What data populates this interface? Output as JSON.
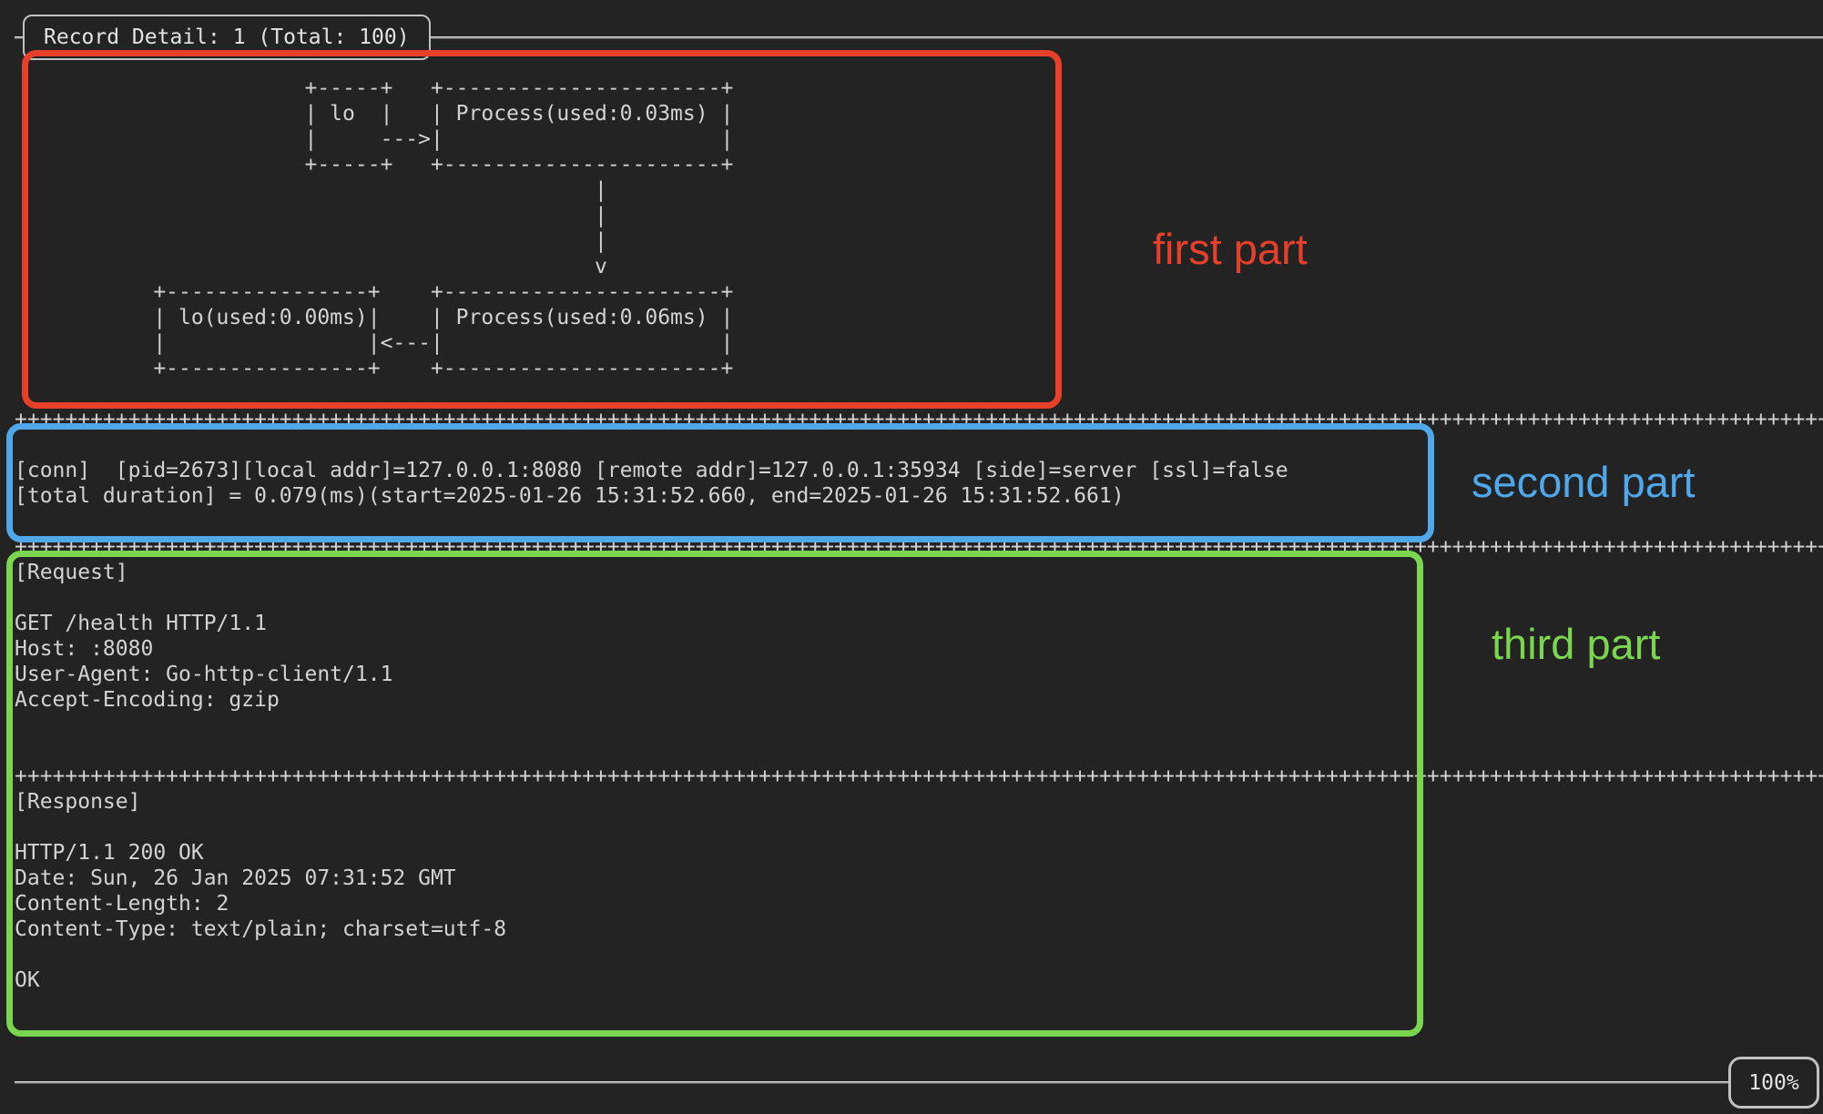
{
  "window": {
    "title": "Record Detail: 1 (Total: 100)",
    "progress": "100%"
  },
  "terminal": {
    "fg": "#d3d3d3",
    "bg": "#232323",
    "diagram_lines": [
      "                       +-----+   +----------------------+",
      "                       | lo  |   | Process(used:0.03ms) |",
      "                       |     --->|                      |",
      "                       +-----+   +----------------------+",
      "                                              |",
      "                                              |",
      "                                              |",
      "                                              v",
      "           +----------------+    +----------------------+",
      "           | lo(used:0.00ms)|    | Process(used:0.06ms) |",
      "           |                |<---|                      |",
      "           +----------------+    +----------------------+"
    ],
    "separator": {
      "char": "+",
      "repeat": 150
    },
    "conn_lines": [
      "[conn]  [pid=2673][local addr]=127.0.0.1:8080 [remote addr]=127.0.0.1:35934 [side]=server [ssl]=false",
      "[total duration] = 0.079(ms)(start=2025-01-26 15:31:52.660, end=2025-01-26 15:31:52.661)"
    ],
    "request_lines": [
      "[Request]",
      "",
      "GET /health HTTP/1.1",
      "Host: :8080",
      "User-Agent: Go-http-client/1.1",
      "Accept-Encoding: gzip"
    ],
    "response_lines": [
      "[Response]",
      "",
      "HTTP/1.1 200 OK",
      "Date: Sun, 26 Jan 2025 07:31:52 GMT",
      "Content-Length: 2",
      "Content-Type: text/plain; charset=utf-8",
      "",
      "OK"
    ]
  },
  "annotations": [
    {
      "label": "first part",
      "color": "#e6402b"
    },
    {
      "label": "second part",
      "color": "#50a7ea"
    },
    {
      "label": "third part",
      "color": "#7ad64f"
    }
  ]
}
